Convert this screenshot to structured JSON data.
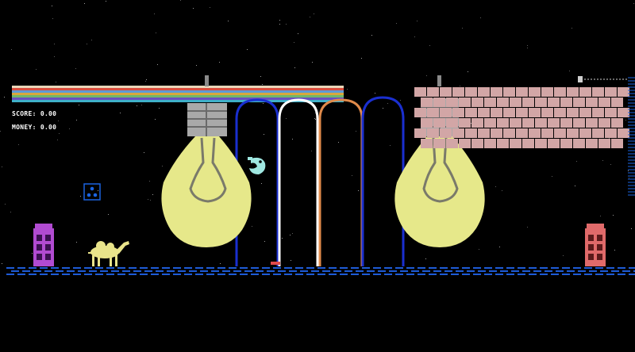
{
  "hud": {
    "score_label": "SCORE:",
    "score_value": "0.00",
    "money_label": "MONEY:",
    "money_value": "0.00"
  },
  "colors": {
    "background": "#000000",
    "floor": "#1e5bd6",
    "bulb_glass": "#e6e88a",
    "bulb_filament": "#7a7a6a",
    "bulb_base": "#a9a9a9",
    "rainbow": [
      "#e9d7b9",
      "#d94c3d",
      "#5e9bd6",
      "#d9a73d",
      "#6fb86a",
      "#6a4fbf",
      "#3fb0c9"
    ],
    "left_phone_box": "#b14bd1",
    "right_phone_box": "#e06a6a",
    "camel": "#e9e48a",
    "bricks": "#d2a6a6",
    "seahorse": "#9fe7e1",
    "pickup_box": "#1a63e0",
    "arches": [
      "#1a2fd0",
      "#ffffff",
      "#e08a4a",
      "#1a2fd0"
    ]
  },
  "entities": {
    "player": "seahorse-sprite",
    "collectible": "dice-box-icon",
    "enemy": "camel-sprite",
    "exits": [
      "left-phone-box",
      "right-phone-box"
    ]
  }
}
